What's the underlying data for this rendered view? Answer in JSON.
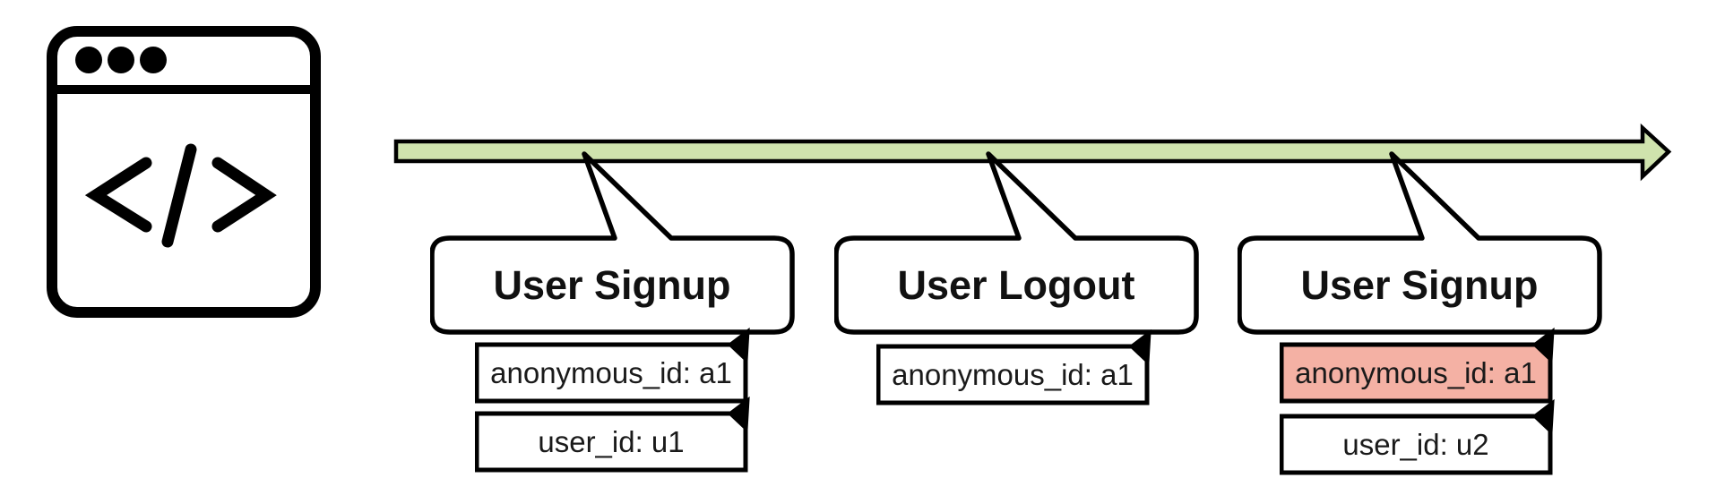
{
  "diagram": {
    "kind": "identity-resolution-timeline",
    "icon": {
      "name": "browser-code-icon",
      "glyph": "</>"
    },
    "colors": {
      "timeline_fill": "#cfe3ad",
      "highlight_fill": "#f4b1a4",
      "shape_fill": "#ffffff",
      "stroke": "#000000"
    },
    "events": [
      {
        "title": "User Signup",
        "notes": [
          {
            "text": "anonymous_id: a1",
            "highlighted": false
          },
          {
            "text": "user_id: u1",
            "highlighted": false
          }
        ]
      },
      {
        "title": "User Logout",
        "notes": [
          {
            "text": "anonymous_id: a1",
            "highlighted": false
          }
        ]
      },
      {
        "title": "User Signup",
        "notes": [
          {
            "text": "anonymous_id: a1",
            "highlighted": true
          },
          {
            "text": "user_id: u2",
            "highlighted": false
          }
        ]
      }
    ]
  }
}
